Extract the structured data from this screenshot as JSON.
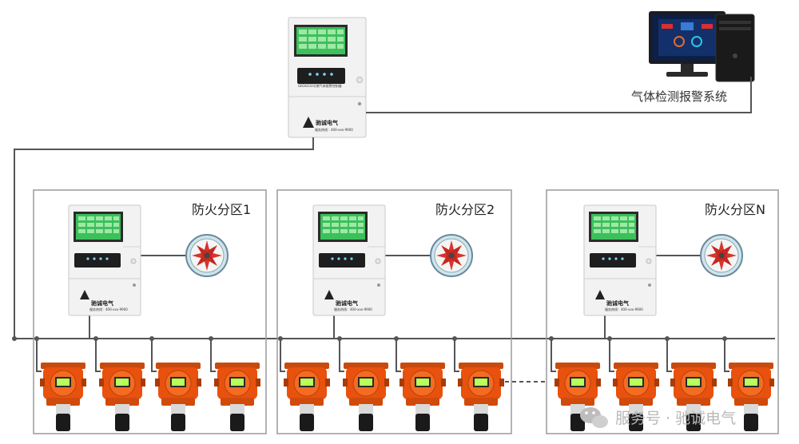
{
  "master_controller": {
    "brand": "驰诚电气",
    "model_line": "GB16333可燃气体报警控制器",
    "hotline": "服务热线：400-xxx-9900"
  },
  "pc": {
    "label": "气体检测报警系统"
  },
  "zones": [
    {
      "title": "防火分区1"
    },
    {
      "title": "防火分区2"
    },
    {
      "title": "防火分区N"
    }
  ],
  "zone_controller": {
    "brand": "驰诚电气",
    "hotline": "服务热线：400-xxx-9900"
  },
  "watermark": {
    "text": "服务号 · 驰诚电气"
  },
  "colors": {
    "line": "#555555",
    "zone_border": "#9a9a9a",
    "detector_orange": "#e8520e",
    "screen_green": "#3cc05a",
    "fan_red": "#d9342b"
  }
}
